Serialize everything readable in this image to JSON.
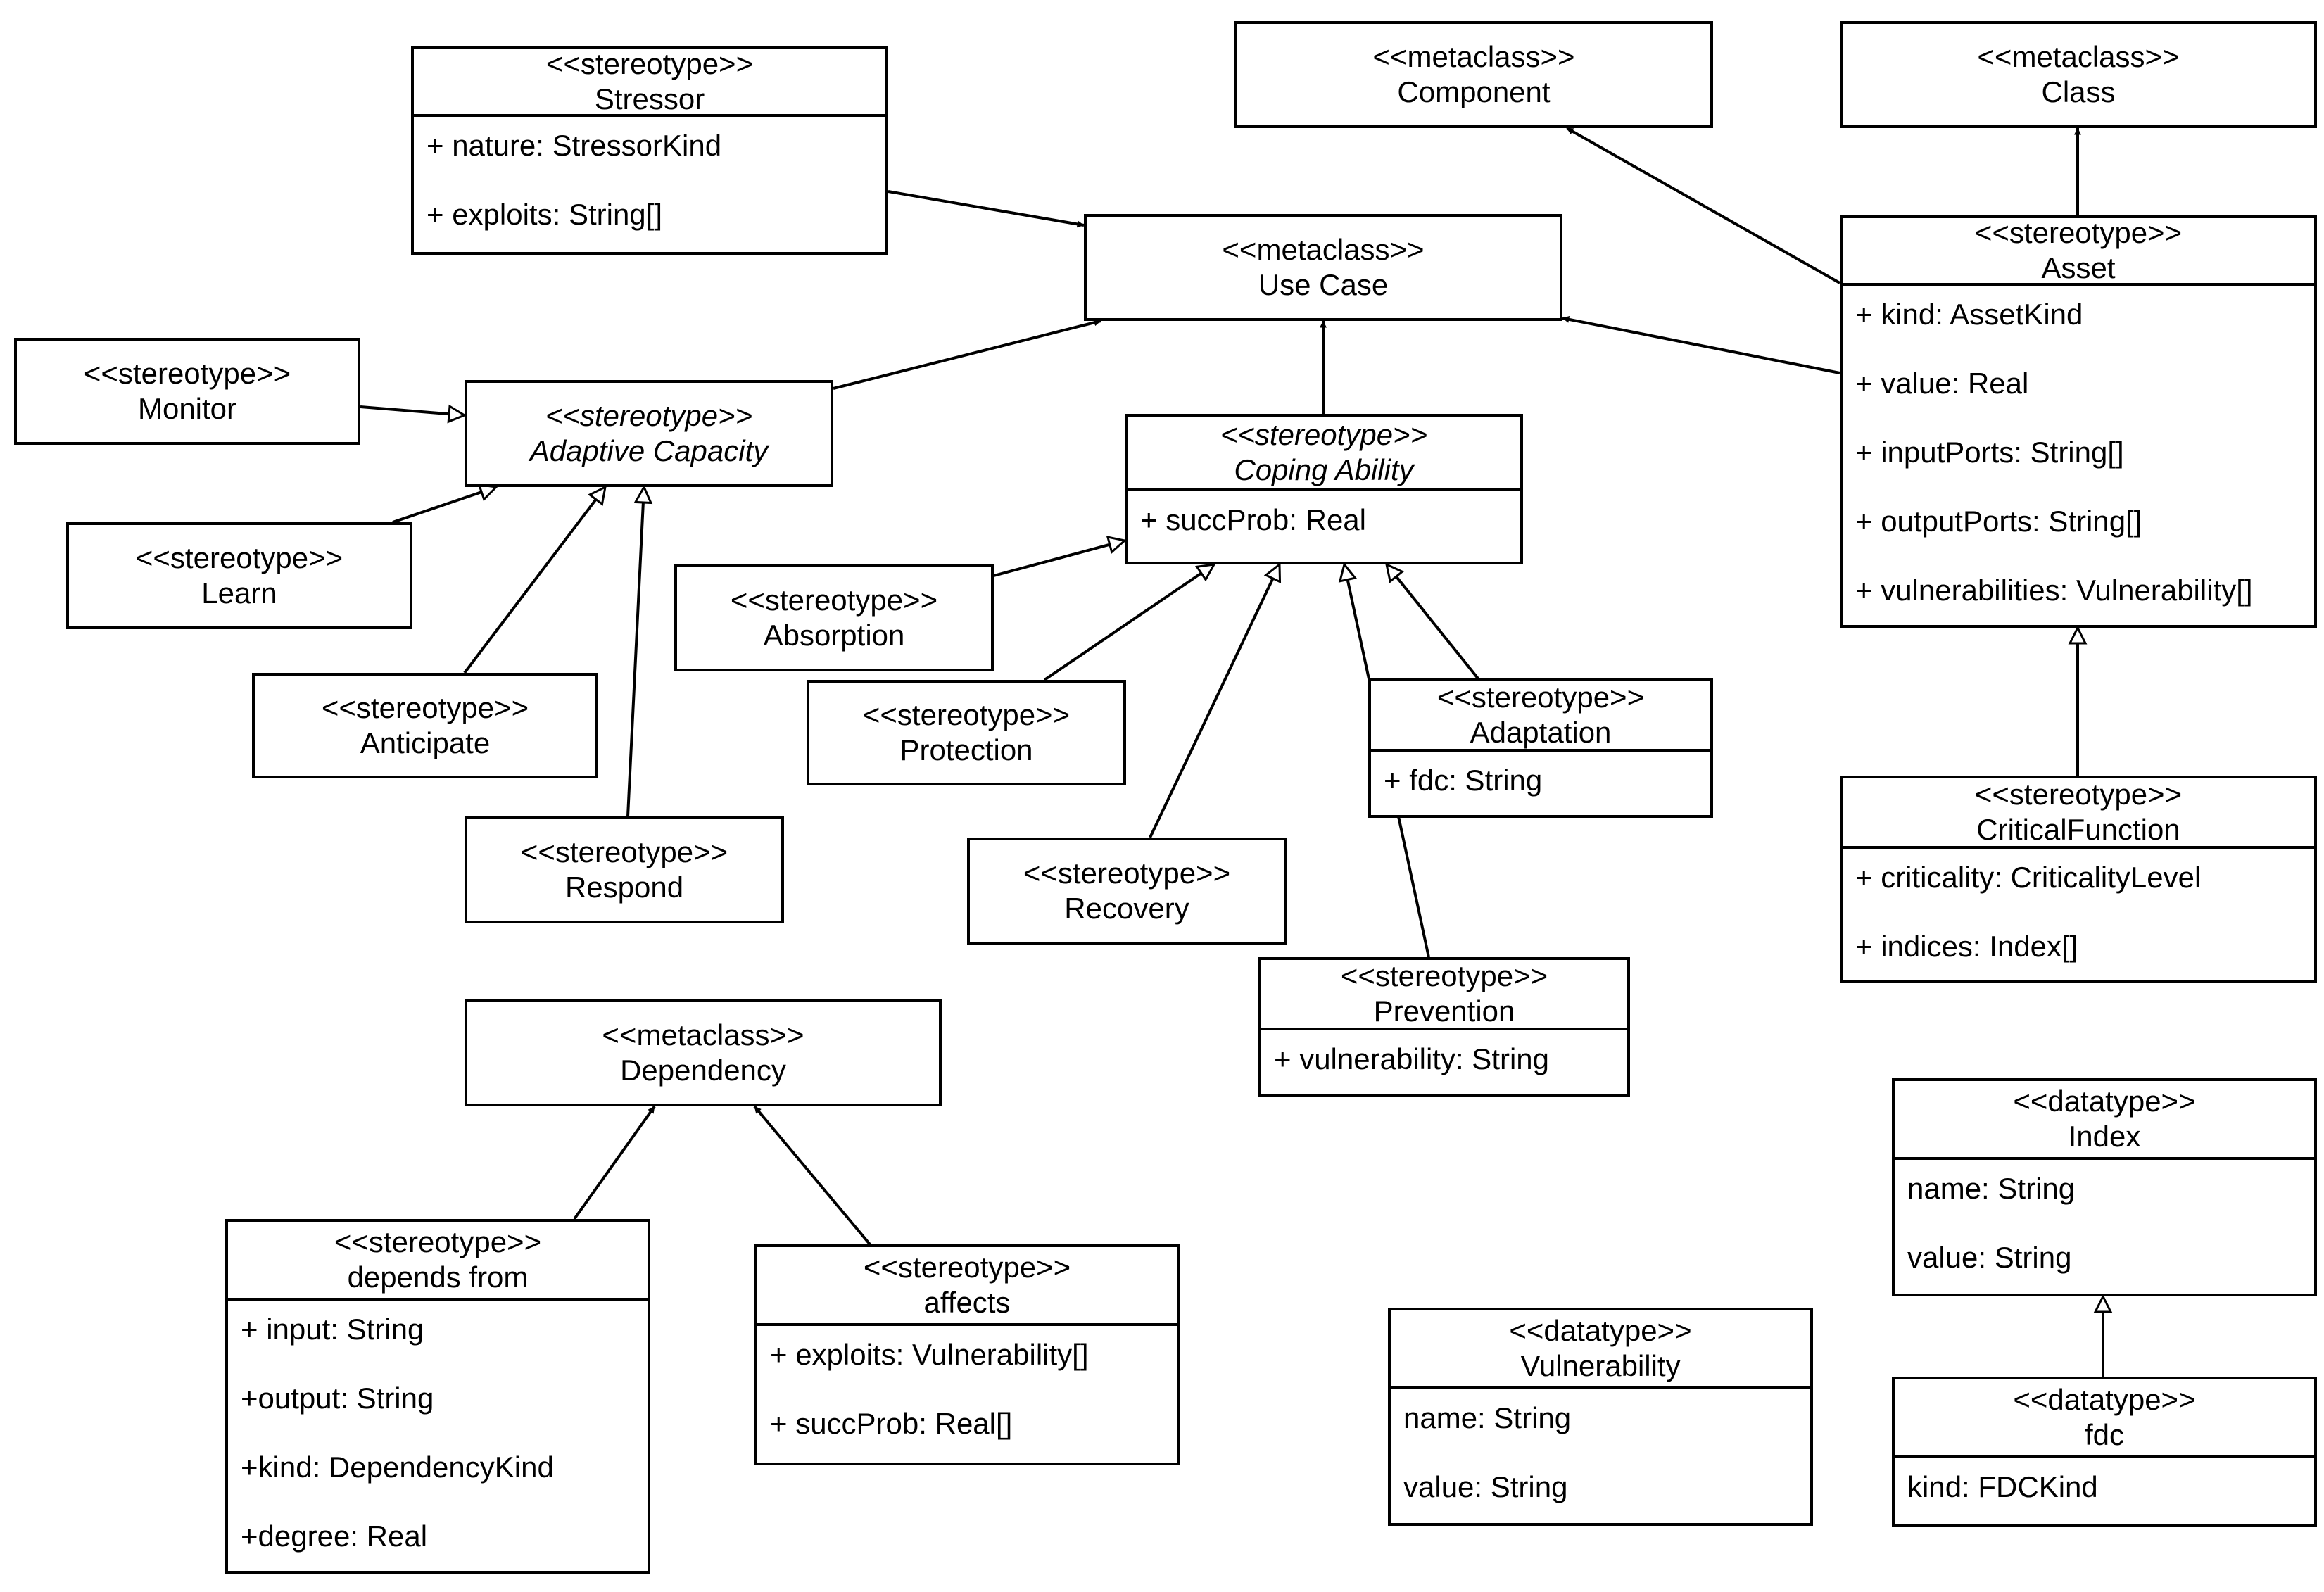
{
  "elements": {
    "stressor": {
      "stereo": "<<stereotype>>",
      "name": "Stressor",
      "attrs": [
        "+ nature: StressorKind",
        "+ exploits: String[]"
      ]
    },
    "component": {
      "stereo": "<<metaclass>>",
      "name": "Component"
    },
    "class": {
      "stereo": "<<metaclass>>",
      "name": "Class"
    },
    "use_case": {
      "stereo": "<<metaclass>>",
      "name": "Use Case"
    },
    "asset": {
      "stereo": "<<stereotype>>",
      "name": "Asset",
      "attrs": [
        "+ kind: AssetKind",
        "+ value: Real",
        "+ inputPorts: String[]",
        "+ outputPorts: String[]",
        "+ vulnerabilities: Vulnerability[]"
      ]
    },
    "monitor": {
      "stereo": "<<stereotype>>",
      "name": "Monitor"
    },
    "adaptive_capacity": {
      "stereo": "<<stereotype>>",
      "name": "Adaptive Capacity"
    },
    "coping_ability": {
      "stereo": "<<stereotype>>",
      "name": "Coping Ability",
      "attrs": [
        "+ succProb: Real"
      ]
    },
    "learn": {
      "stereo": "<<stereotype>>",
      "name": "Learn"
    },
    "absorption": {
      "stereo": "<<stereotype>>",
      "name": "Absorption"
    },
    "anticipate": {
      "stereo": "<<stereotype>>",
      "name": "Anticipate"
    },
    "protection": {
      "stereo": "<<stereotype>>",
      "name": "Protection"
    },
    "adaptation": {
      "stereo": "<<stereotype>>",
      "name": "Adaptation",
      "attrs": [
        "+ fdc: String"
      ]
    },
    "critical_function": {
      "stereo": "<<stereotype>>",
      "name": "CriticalFunction",
      "attrs": [
        "+ criticality: CriticalityLevel",
        "+ indices: Index[]"
      ]
    },
    "respond": {
      "stereo": "<<stereotype>>",
      "name": "Respond"
    },
    "recovery": {
      "stereo": "<<stereotype>>",
      "name": "Recovery"
    },
    "prevention": {
      "stereo": "<<stereotype>>",
      "name": "Prevention",
      "attrs": [
        "+ vulnerability: String"
      ]
    },
    "dependency": {
      "stereo": "<<metaclass>>",
      "name": "Dependency"
    },
    "index": {
      "stereo": "<<datatype>>",
      "name": "Index",
      "attrs": [
        "name: String",
        "value: String"
      ]
    },
    "depends_from": {
      "stereo": "<<stereotype>>",
      "name": "depends from",
      "attrs": [
        "+ input: String",
        "+output: String",
        "+kind: DependencyKind",
        "+degree: Real"
      ]
    },
    "affects": {
      "stereo": "<<stereotype>>",
      "name": "affects",
      "attrs": [
        "+ exploits: Vulnerability[]",
        "+ succProb: Real[]"
      ]
    },
    "vulnerability": {
      "stereo": "<<datatype>>",
      "name": "Vulnerability",
      "attrs": [
        "name: String",
        "value: String"
      ]
    },
    "fdc": {
      "stereo": "<<datatype>>",
      "name": "fdc",
      "attrs": [
        "kind: FDCKind"
      ]
    }
  },
  "relations": [
    {
      "from": "stressor",
      "to": "use_case",
      "kind": "extension"
    },
    {
      "from": "adaptive_capacity",
      "to": "use_case",
      "kind": "extension"
    },
    {
      "from": "coping_ability",
      "to": "use_case",
      "kind": "extension"
    },
    {
      "from": "asset",
      "to": "use_case",
      "kind": "extension"
    },
    {
      "from": "asset",
      "to": "component",
      "kind": "extension"
    },
    {
      "from": "asset",
      "to": "class",
      "kind": "extension"
    },
    {
      "from": "monitor",
      "to": "adaptive_capacity",
      "kind": "generalization"
    },
    {
      "from": "learn",
      "to": "adaptive_capacity",
      "kind": "generalization"
    },
    {
      "from": "anticipate",
      "to": "adaptive_capacity",
      "kind": "generalization"
    },
    {
      "from": "respond",
      "to": "adaptive_capacity",
      "kind": "generalization"
    },
    {
      "from": "absorption",
      "to": "coping_ability",
      "kind": "generalization"
    },
    {
      "from": "protection",
      "to": "coping_ability",
      "kind": "generalization"
    },
    {
      "from": "recovery",
      "to": "coping_ability",
      "kind": "generalization"
    },
    {
      "from": "prevention",
      "to": "coping_ability",
      "kind": "generalization"
    },
    {
      "from": "adaptation",
      "to": "coping_ability",
      "kind": "generalization"
    },
    {
      "from": "critical_function",
      "to": "asset",
      "kind": "generalization"
    },
    {
      "from": "depends_from",
      "to": "dependency",
      "kind": "extension"
    },
    {
      "from": "affects",
      "to": "dependency",
      "kind": "extension"
    },
    {
      "from": "fdc",
      "to": "index",
      "kind": "generalization"
    }
  ]
}
